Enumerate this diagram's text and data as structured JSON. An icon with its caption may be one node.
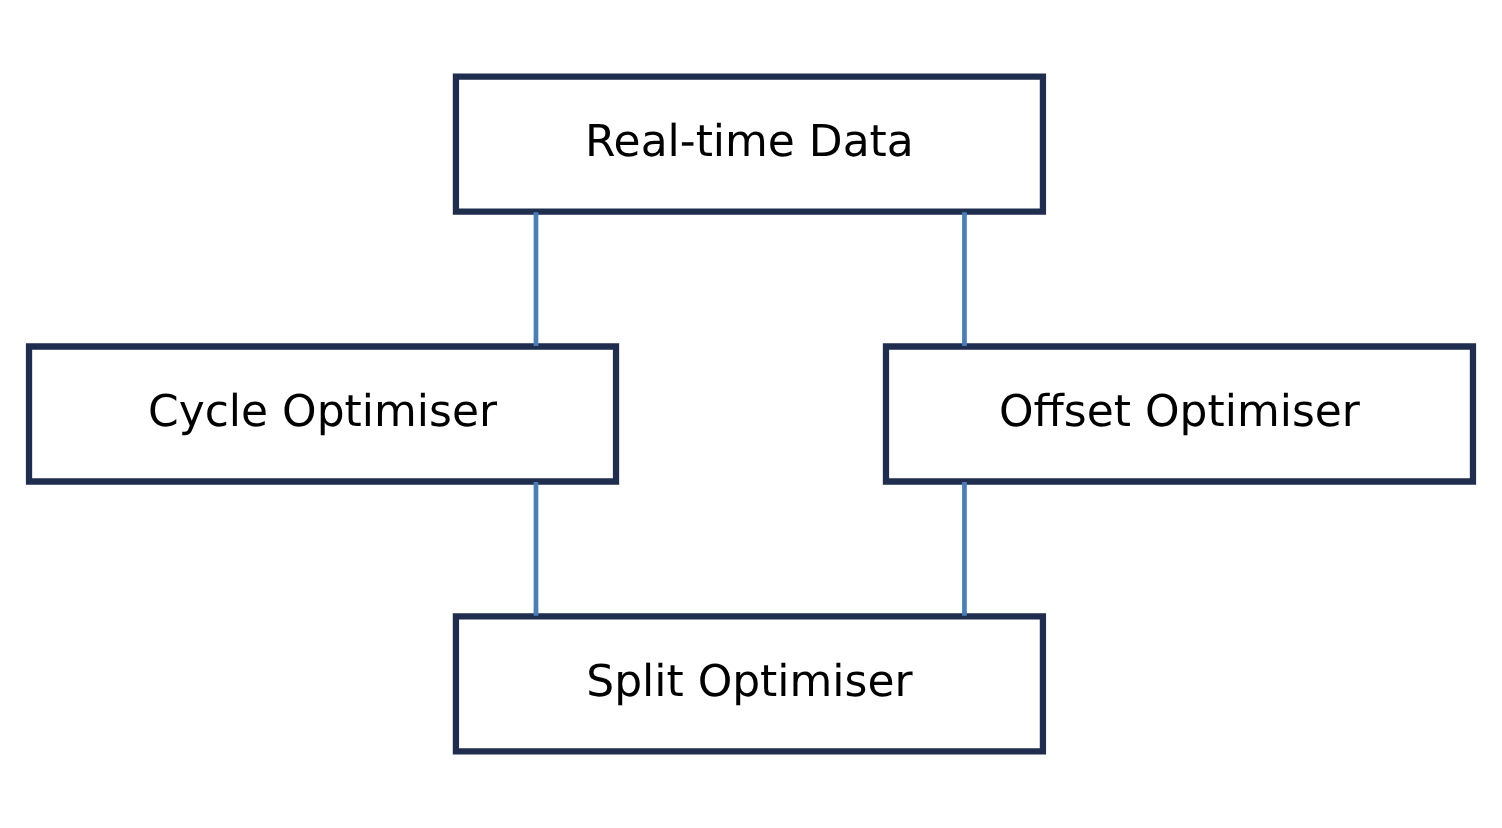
{
  "diagram": {
    "nodes": [
      {
        "text": [
          "Real-time Data"
        ]
      },
      {
        "text": [
          "Cycle Optimiser"
        ]
      },
      {
        "text": [
          "Offset Optimiser"
        ]
      },
      {
        "text": [
          "Split Optimiser"
        ]
      }
    ],
    "edges": [
      {
        "from": 0,
        "to": 1,
        "arrow": "none"
      },
      {
        "from": 0,
        "to": 2,
        "arrow": "none"
      },
      {
        "from": 1,
        "to": 3,
        "arrow": "none"
      },
      {
        "from": 2,
        "to": 3,
        "arrow": "none"
      }
    ]
  }
}
